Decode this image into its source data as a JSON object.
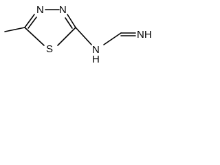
{
  "atom_labels": {
    "n3": "N",
    "n4": "N",
    "s1": "S",
    "nh_link": "N",
    "nh_link_h": "H",
    "imine_nh": "NH"
  },
  "colors": {
    "bond": "#000000",
    "text": "#000000",
    "background": "#ffffff"
  }
}
